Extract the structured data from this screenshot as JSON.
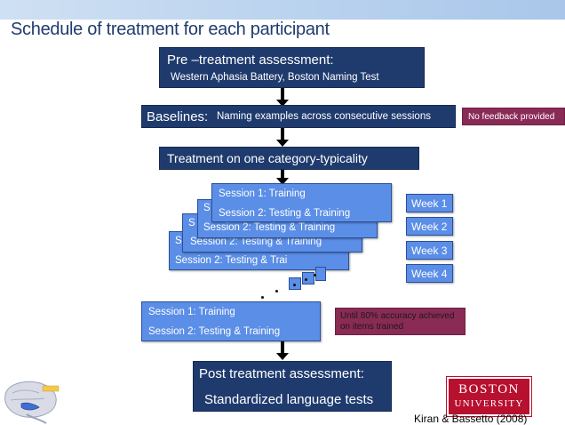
{
  "title": "Schedule of treatment  for each participant",
  "pre": {
    "heading": "Pre –treatment assessment:",
    "tests": "Western Aphasia Battery, Boston Naming Test"
  },
  "baselines": {
    "label": "Baselines:",
    "text": "Naming examples across consecutive sessions"
  },
  "no_feedback": "No feedback provided",
  "treatment": "Treatment on one category-typicality",
  "sessions": {
    "s1": "Session 1: Training",
    "s2": "Session 2: Testing & Training",
    "s1_partial": "S",
    "s2_partial_a": "Session 2: Testing & Trai",
    "s2_partial_b": "Session 2: Testing & Training"
  },
  "weeks": [
    "Week 1",
    "Week 2",
    "Week 3",
    "Week 4"
  ],
  "final_sessions": {
    "s1": "Session 1: Training",
    "s2": "Session 2: Testing & Training"
  },
  "criterion": "Until 80% accuracy achieved on items trained",
  "post": {
    "heading": "Post treatment assessment:",
    "text": "Standardized language tests"
  },
  "logo": {
    "line1": "BOSTON",
    "line2": "UNIVERSITY"
  },
  "citation": "Kiran & Bassetto (2008)",
  "colors": {
    "navy": "#1f3b6e",
    "session_blue": "#5b8ee6",
    "purple": "#8a2b55",
    "bu_red": "#b8102f"
  }
}
